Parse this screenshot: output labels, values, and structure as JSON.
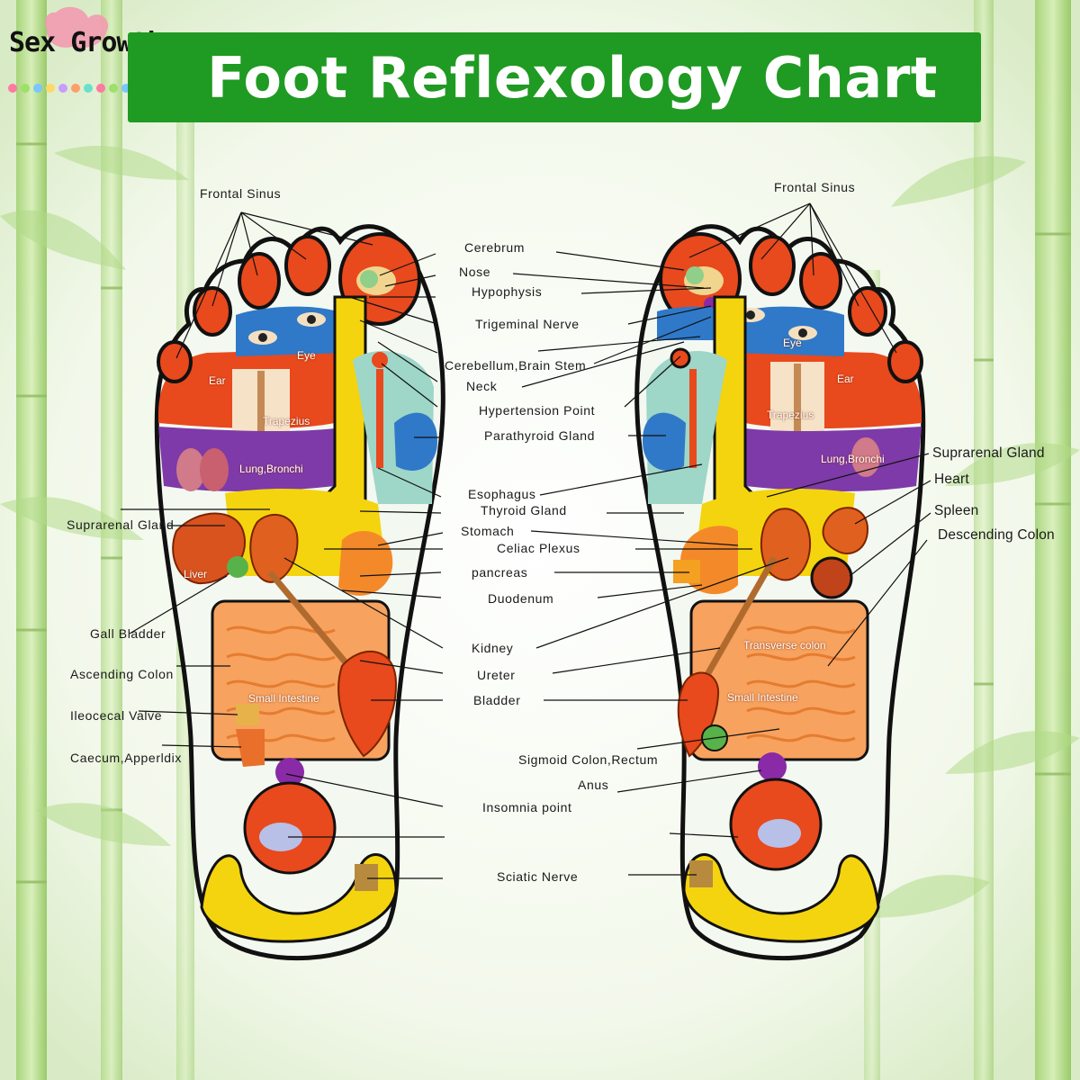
{
  "brand": "Sex Growth",
  "title": "Foot Reflexology Chart",
  "center_labels": {
    "cerebrum": "Cerebrum",
    "nose": "Nose",
    "hypophysis": "Hypophysis",
    "trigeminal": "Trigeminal Nerve",
    "cerebellum": "Cerebellum,Brain Stem",
    "neck": "Neck",
    "hypertension": "Hypertension Point",
    "parathyroid": "Parathyroid  Gland",
    "esophagus": "Esophagus",
    "thyroid": "Thyroid Gland",
    "stomach": "Stomach",
    "celiac": "Celiac Plexus",
    "pancreas": "pancreas",
    "duodenum": "Duodenum",
    "kidney": "Kidney",
    "ureter": "Ureter",
    "bladder": "Bladder",
    "sigmoid": "Sigmoid Colon,Rectum",
    "anus": "Anus",
    "insomnia": "Insomnia   point",
    "sciatic": "Sciatic   Nerve"
  },
  "left_labels": {
    "frontal": "Frontal Sinus",
    "suprarenal": "Suprarenal Gland",
    "gall": "Gall Bladder",
    "ascending": "Ascending Colon",
    "ileocecal": "Ileocecal Valve",
    "caecum": "Caecum,Apperldix"
  },
  "right_labels": {
    "frontal": "Frontal Sinus",
    "suprarenal": "Suprarenal Gland",
    "heart": "Heart",
    "spleen": "Spleen",
    "descending": "Descending Colon"
  },
  "foot_labels": {
    "eye": "Eye",
    "ear": "Ear",
    "trapezius": "Trapezius",
    "lung": "Lung,Bronchi",
    "liver": "Liver",
    "small_intestine": "Small Intestine",
    "transverse": "Transverse colon"
  },
  "colors": {
    "title_bar": "#1f9a22",
    "zone_red": "#e8491d",
    "zone_purple": "#7e3aa8",
    "zone_blue": "#2f79c8",
    "zone_yellow": "#f4d40e",
    "zone_orange": "#f4892a"
  }
}
